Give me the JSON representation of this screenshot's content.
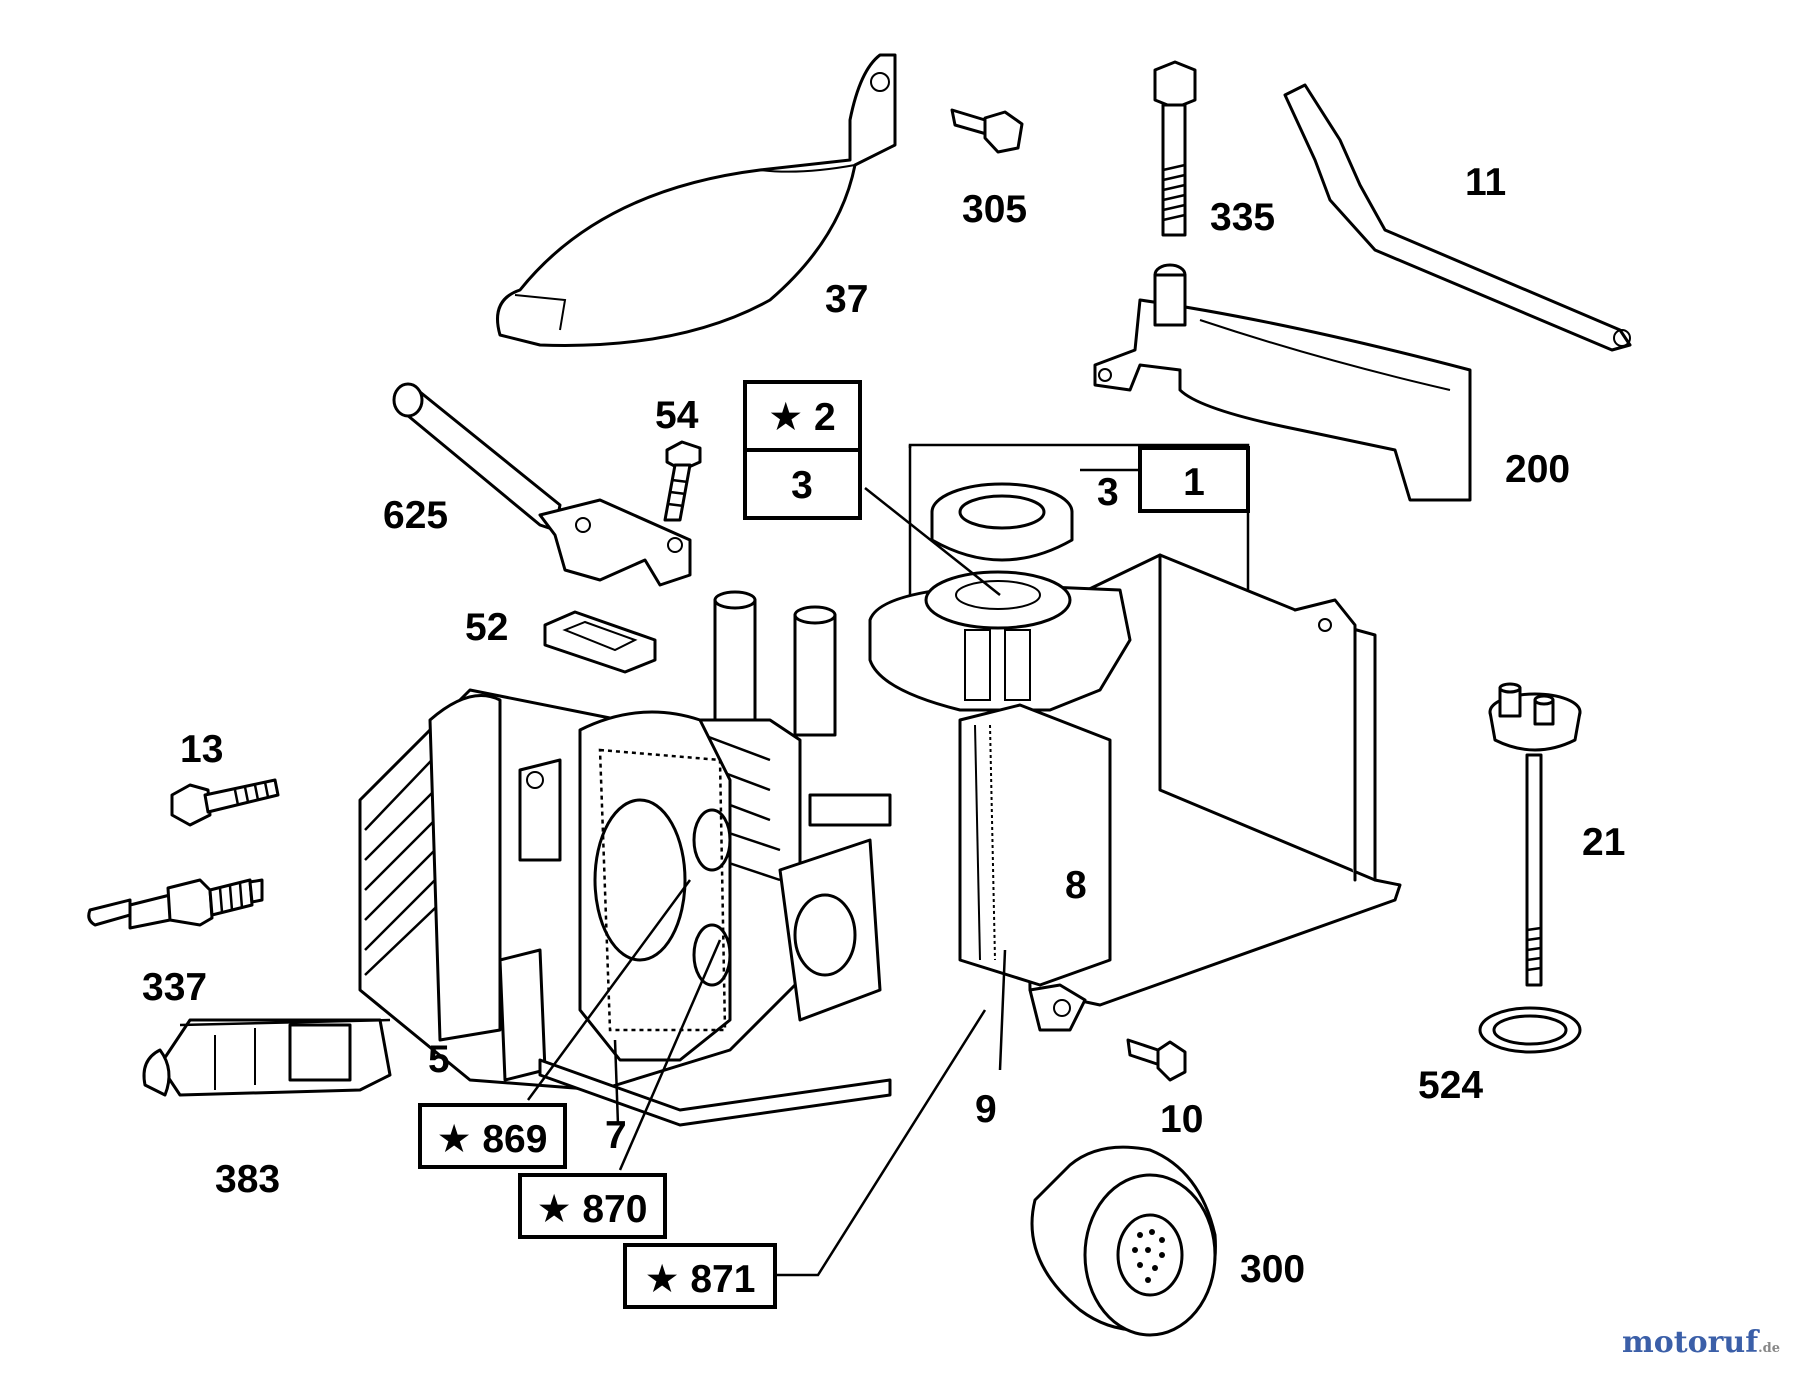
{
  "labels": {
    "p37": "37",
    "p305": "305",
    "p335": "335",
    "p11": "11",
    "p200": "200",
    "p54": "54",
    "p625": "625",
    "p3": "3",
    "p52": "52",
    "p13": "13",
    "p337": "337",
    "p383": "383",
    "p5": "5",
    "p7": "7",
    "p8": "8",
    "p9": "9",
    "p10": "10",
    "p21": "21",
    "p524": "524",
    "p300": "300"
  },
  "boxes": {
    "b2": "★ 2",
    "b3": "3",
    "b1": "1",
    "b869": "★ 869",
    "b870": "★ 870",
    "b871": "★ 871"
  },
  "watermark": {
    "name": "motoruf",
    "tld": ".de"
  }
}
